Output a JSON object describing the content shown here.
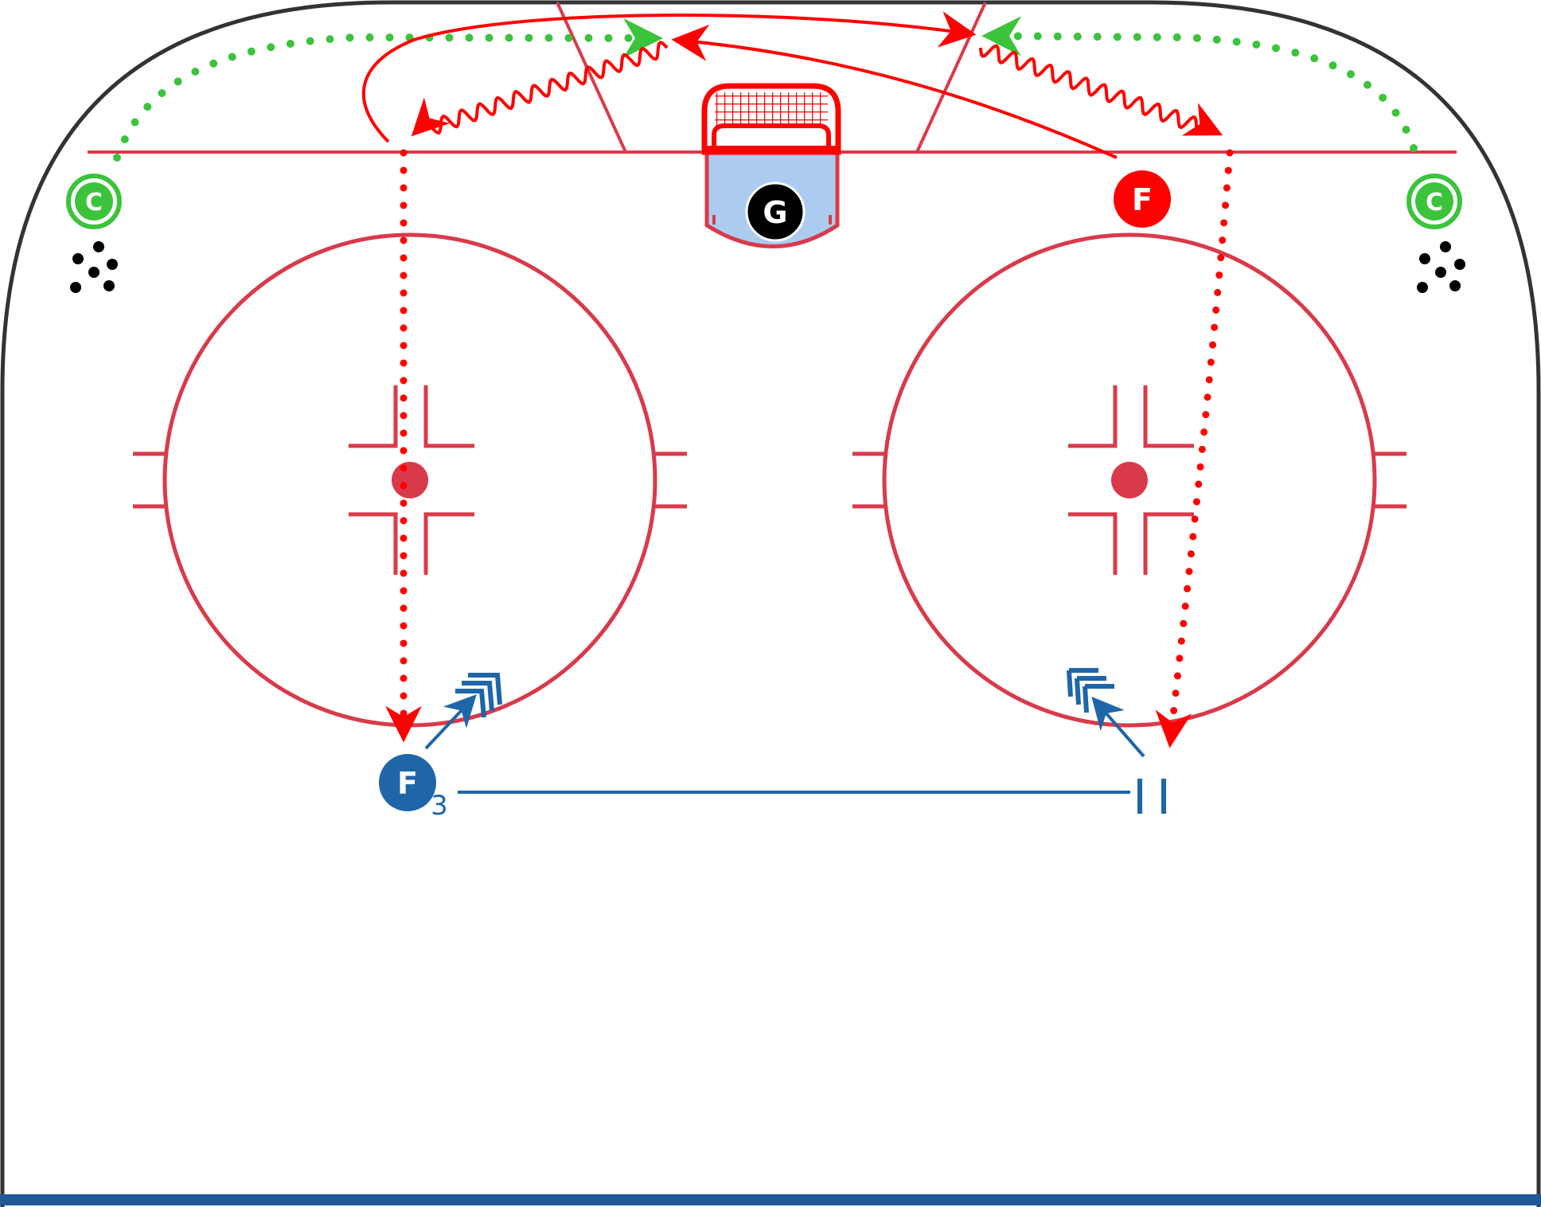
{
  "colors": {
    "rink_border": "#333333",
    "rink_line": "#d93a4a",
    "red_team": "#ff0000",
    "blue_team": "#1f66a8",
    "coach": "#3cc33c",
    "goalie_fill": "#000000",
    "crease_fill": "#acccef",
    "blue_line": "#1f5a96",
    "puck": "#000000"
  },
  "players": {
    "goalie_label": "G",
    "red_forward_label": "F",
    "blue_forward_label": "F",
    "blue_forward_sub": "3",
    "coach_left_label": "C",
    "coach_right_label": "C"
  },
  "icons": {
    "coach": "circled-c-icon",
    "pucks": "puck-cluster-icon",
    "goal": "hockey-net-icon",
    "pass": "dotted-arrow",
    "skate": "solid-arrow",
    "skate_with_puck": "wavy-arrow",
    "shot": "triple-chevron-arrow",
    "stop": "double-bar"
  }
}
